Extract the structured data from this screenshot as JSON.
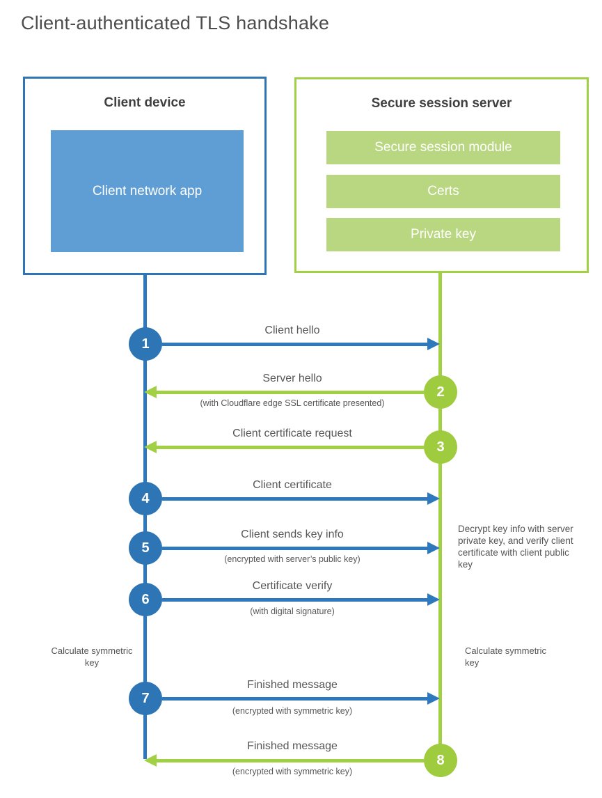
{
  "title": "Client-authenticated TLS handshake",
  "client": {
    "title": "Client device",
    "app_label": "Client network app"
  },
  "server": {
    "title": "Secure session server",
    "modules": [
      "Secure session module",
      "Certs",
      "Private key"
    ]
  },
  "messages": [
    {
      "step": "1",
      "label": "Client hello",
      "direction": "client-to-server"
    },
    {
      "step": "2",
      "label": "Server hello",
      "sublabel": "(with Cloudflare edge SSL certificate presented)",
      "direction": "server-to-client"
    },
    {
      "step": "3",
      "label": "Client certificate request",
      "direction": "server-to-client"
    },
    {
      "step": "4",
      "label": "Client certificate",
      "direction": "client-to-server"
    },
    {
      "step": "5",
      "label": "Client sends key info",
      "sublabel": "(encrypted with server’s public key)",
      "direction": "client-to-server"
    },
    {
      "step": "6",
      "label": "Certificate verify",
      "sublabel": "(with digital signature)",
      "direction": "client-to-server"
    },
    {
      "step": "7",
      "label": "Finished message",
      "sublabel": "(encrypted with symmetric key)",
      "direction": "client-to-server"
    },
    {
      "step": "8",
      "label": "Finished message",
      "sublabel": "(encrypted with symmetric key)",
      "direction": "server-to-client"
    }
  ],
  "annotations": {
    "client_calculate": "Calculate symmetric key",
    "server_calculate": "Calculate symmetric key",
    "server_decrypt": "Decrypt key info with server private key, and verify client certificate with client public key"
  },
  "colors": {
    "blue": "#2e75b6",
    "light_blue": "#5f9ed4",
    "green": "#a2d045",
    "light_green": "#b9d780",
    "label_text": "#565656",
    "heading_text": "#3f3f3f"
  }
}
